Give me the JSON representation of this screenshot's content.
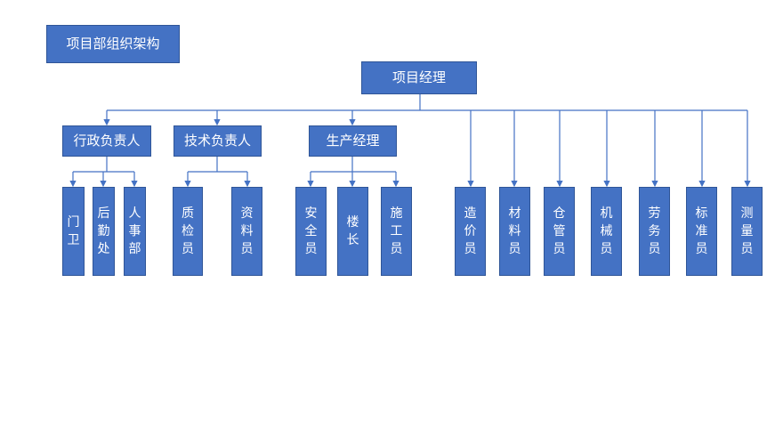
{
  "title": "项目部组织架构",
  "root": "项目经理",
  "admin": {
    "label": "行政负责人",
    "children": [
      "门卫",
      "后勤处",
      "人事部"
    ]
  },
  "tech": {
    "label": "技术负责人",
    "children": [
      "质检员",
      "资料员"
    ]
  },
  "prod": {
    "label": "生产经理",
    "children": [
      "安全员",
      "楼长",
      "施工员"
    ]
  },
  "staff": [
    "造价员",
    "材料员",
    "仓管员",
    "机械员",
    "劳务员",
    "标准员",
    "测量员"
  ],
  "colors": {
    "box": "#4472C4",
    "border": "#2F5597",
    "line": "#4472C4"
  }
}
